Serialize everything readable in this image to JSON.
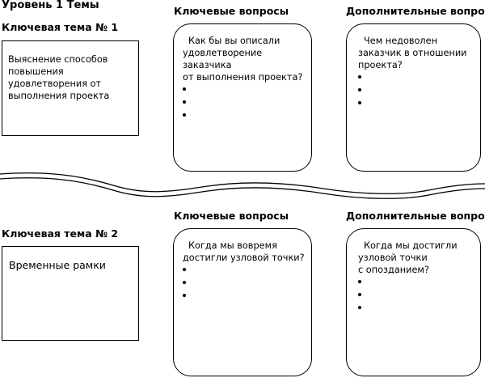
{
  "level_title": "Уровень 1 Темы",
  "topics": [
    {
      "title": "Ключевая тема № 1",
      "description": "Выяснение способов повышения удовлетворения от выполнения проекта",
      "key_header": "Ключевые вопросы",
      "key_lines": [
        "Как бы вы описали",
        "удовлетворение",
        "заказчика",
        "от выполнения проекта?"
      ],
      "extra_header": "Дополнительные вопросы",
      "extra_lines": [
        "Чем недоволен",
        "заказчик в отношении",
        "проекта?"
      ]
    },
    {
      "title": "Ключевая тема № 2",
      "description": "Временные рамки",
      "key_header": "Ключевые вопросы",
      "key_lines": [
        "Когда мы вовремя",
        "достигли узловой точки?"
      ],
      "extra_header": "Дополнительные вопросы",
      "extra_lines": [
        "Когда мы достигли",
        "узловой точки",
        "с опозданием?"
      ]
    }
  ]
}
